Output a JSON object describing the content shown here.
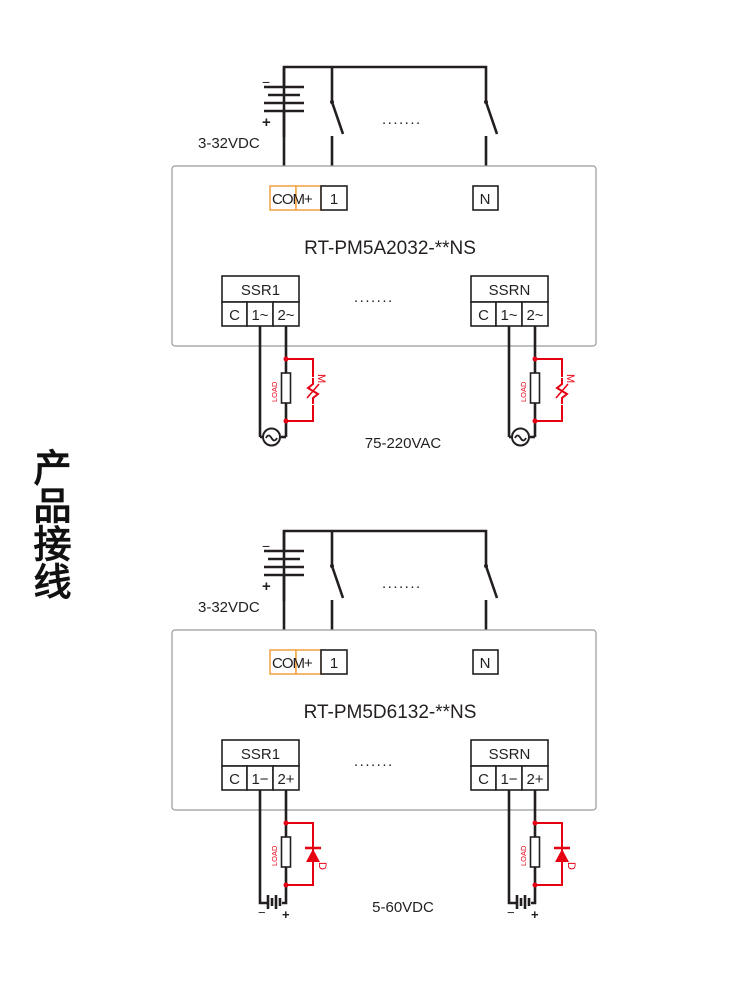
{
  "side_title": "产品接线",
  "diagrams": [
    {
      "id": "ac",
      "supply_label": "3-32VDC",
      "supply_minus": "−",
      "supply_plus": "+",
      "terminals": {
        "com": "COM+",
        "first": "1",
        "last": "N"
      },
      "ellipsis": ".......",
      "model": "RT-PM5A2032-**NS",
      "ssr_left": {
        "title": "SSR1",
        "pins": [
          "C",
          "1~",
          "2~"
        ]
      },
      "ssr_right": {
        "title": "SSRN",
        "pins": [
          "C",
          "1~",
          "2~"
        ]
      },
      "load_label": "LOAD",
      "suppressor_label": "M",
      "source_label": "75-220VAC",
      "source_type": "ac"
    },
    {
      "id": "dc",
      "supply_label": "3-32VDC",
      "supply_minus": "−",
      "supply_plus": "+",
      "terminals": {
        "com": "COM+",
        "first": "1",
        "last": "N"
      },
      "ellipsis": ".......",
      "model": "RT-PM5D6132-**NS",
      "ssr_left": {
        "title": "SSR1",
        "pins": [
          "C",
          "1−",
          "2+"
        ]
      },
      "ssr_right": {
        "title": "SSRN",
        "pins": [
          "C",
          "1−",
          "2+"
        ]
      },
      "load_label": "LOAD",
      "suppressor_label": "D",
      "source_label": "5-60VDC",
      "source_type": "dc",
      "source_minus": "−",
      "source_plus": "+"
    }
  ]
}
